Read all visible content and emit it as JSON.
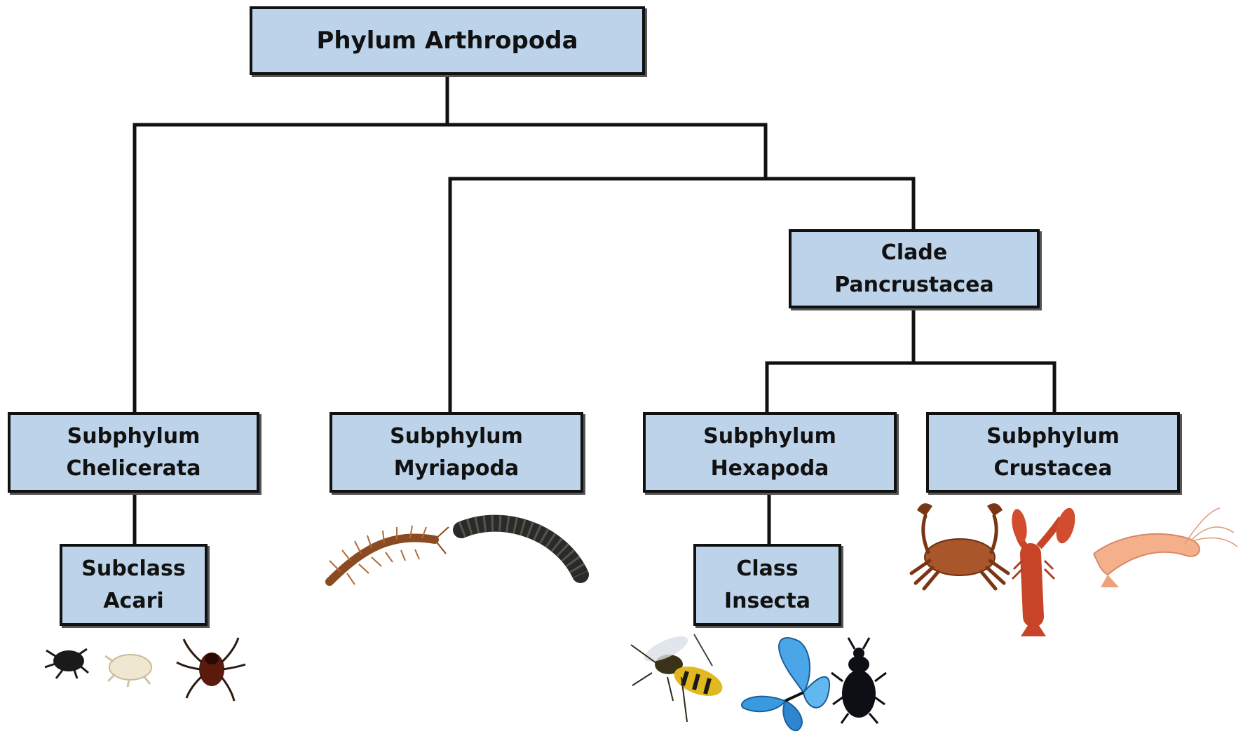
{
  "root": {
    "label": "Phylum Arthropoda"
  },
  "pancrustacea": {
    "line1": "Clade",
    "line2": "Pancrustacea"
  },
  "chelicerata": {
    "line1": "Subphylum",
    "line2": "Chelicerata"
  },
  "myriapoda": {
    "line1": "Subphylum",
    "line2": "Myriapoda"
  },
  "hexapoda": {
    "line1": "Subphylum",
    "line2": "Hexapoda"
  },
  "crustacea": {
    "line1": "Subphylum",
    "line2": "Crustacea"
  },
  "acari": {
    "line1": "Subclass",
    "line2": "Acari"
  },
  "insecta": {
    "line1": "Class",
    "line2": "Insecta"
  },
  "colors": {
    "box_fill": "#bcd3ea",
    "box_border": "#111111",
    "connector": "#111111"
  },
  "images": {
    "acari": [
      "mite-black",
      "mite-pale",
      "tick"
    ],
    "myriapoda": [
      "centipede",
      "millipede"
    ],
    "insecta": [
      "wasp",
      "butterfly-blue",
      "beetle-black"
    ],
    "crustacea": [
      "crab",
      "lobster",
      "shrimp"
    ]
  }
}
